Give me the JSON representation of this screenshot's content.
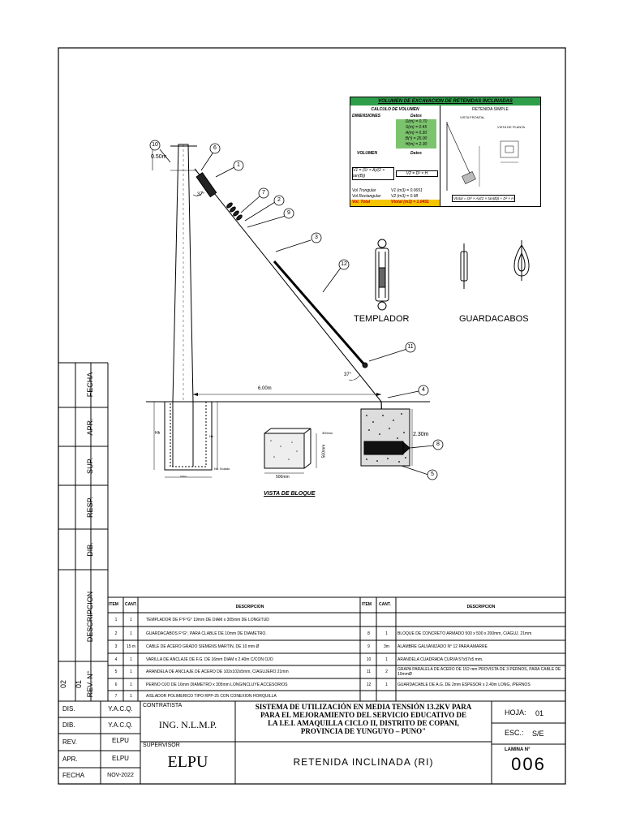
{
  "volume_table": {
    "title": "VOLUMEN DE EXCAVACION DE RETENIDAS INCLINADAS",
    "calc_label": "CALCULO DE VOLUMEN",
    "dims_header": "DIMENSIONES",
    "data_header": "Datos",
    "dims": [
      "D(m) = 0.70",
      "S(m) = 0.45",
      "A(m) = 0.30",
      "B(º) = 25.00",
      "H(m) = 2.30"
    ],
    "volume_header": "VOLUMEN",
    "volume_data_header": "Datos",
    "rows": [
      {
        "label": "Vol Trongular",
        "value": "V1 (m3) = 0.0651"
      },
      {
        "label": "Vol Rectangular",
        "value": "V2 (m3) = 0.98"
      },
      {
        "label": "Vol. Total",
        "value": "Vtotal (m3) = 1.0451"
      }
    ],
    "retenida_label": "RETENIDA SIMPLE",
    "vista_frontal": "VISTA FRONTAL",
    "vista_planta": "VISTA DE PLANTA",
    "formula_v1": "V1 = (S² × A)/(2 × tan(B))",
    "formula_v2": "V2 = D² × H",
    "formula_total": "Vtotal = (S² × A)/(2 × tan(B)) + D² × H",
    "accent_green": "#2e9e4a",
    "accent_yellow": "#f5c400"
  },
  "drawing": {
    "dim_050": "0.50m",
    "angle_top": "37°",
    "angle_bottom": "37°",
    "dim_600": "6.00m",
    "dim_230": "2.30m",
    "dim_300mm": "300mm",
    "dim_500mm_v": "500mm",
    "dim_500mm_h": "500mm",
    "hh": "Hh",
    "he": "He",
    "ns": "Nv. Solado",
    "base_dim": "0.80m",
    "vista_bloque": "VISTA DE BLOQUE",
    "templador": "TEMPLADOR",
    "guardacabos": "GUARDACABOS",
    "callouts": [
      "1",
      "2",
      "3",
      "4",
      "5",
      "6",
      "7",
      "8",
      "9",
      "10",
      "11",
      "12"
    ]
  },
  "materials": {
    "headers": {
      "item": "ITEM",
      "cant": "CANT.",
      "desc": "DESCRIPCION"
    },
    "left": [
      {
        "item": "1",
        "cant": "1",
        "desc": "TEMPLADOR DE F°F°G° 19mm DE DIAM x 305mm DE LONGITUD"
      },
      {
        "item": "2",
        "cant": "1",
        "desc": "GUARDACABOS F°G°, PARA CLABLE DE 10mm DE DIAMETRO."
      },
      {
        "item": "3",
        "cant": "15 m",
        "desc": "CABLE DE ACERO GRADO SIEMENS MARTIN, DE 10 mm Ø"
      },
      {
        "item": "4",
        "cant": "1",
        "desc": "VARILLA DE ANCLAJE DE F.G. DE 16mm DIAM x 2.40m C/CON OJO"
      },
      {
        "item": "5",
        "cant": "1",
        "desc": "ARANDELA DE ANCLAJE DE ACERO DE 102x102x5mm, C/AGUJERO 21mm"
      },
      {
        "item": "6",
        "cant": "1",
        "desc": "PERNO OJO DE 16mm DIAMETRO x 305mm LONGINCLUYE ACCESORIOS"
      },
      {
        "item": "7",
        "cant": "1",
        "desc": "AISLADOR POLIMERICO TIPO RPP-25 CON CONEXION HORQUILLA"
      }
    ],
    "right": [
      {
        "item": "8",
        "cant": "1",
        "desc": "BLOQUE DE CONCRETO ARMADO  500 x 500 x 200mm, C/AGUJ. 21mm"
      },
      {
        "item": "9",
        "cant": "3m",
        "desc": "ALAMBRE GALVANIZADO N° 12  PARA AMARRE"
      },
      {
        "item": "10",
        "cant": "1",
        "desc": "ARANDELA CUADRADA CURVA 57x57x5 mm."
      },
      {
        "item": "11",
        "cant": "2",
        "desc": "GRAPA PARALELA DE ACERO DE 152 mm PROVISTA DE 3 PERNOS, PARA CABLE DE 10mmØ"
      },
      {
        "item": "12",
        "cant": "1",
        "desc": "GUARDACABLE DE A.G. DE 2mm ESPESOR x 2.40m LONG, /PERNOS"
      }
    ]
  },
  "revision_column": {
    "labels": [
      "FECHA",
      "APR.",
      "SUP.",
      "RESP.",
      "DIB.",
      "DESCRIPCION",
      "REV. N°"
    ],
    "rev_numbers": [
      "01",
      "02"
    ]
  },
  "title_block": {
    "dis_label": "DIS.",
    "dis_value": "Y.A.C.Q.",
    "dib_label": "DIB.",
    "dib_value": "Y.A.C.Q.",
    "rev_label": "REV.",
    "rev_value": "ELPU",
    "apr_label": "APR.",
    "apr_value": "ELPU",
    "fecha_label": "FECHA",
    "fecha_value": "NOV-2022",
    "contratista_label": "CONTRATISTA",
    "contratista_value": "ING. N.L.M.P.",
    "supervisor_label": "SUPERVISOR",
    "supervisor_value": "ELPU",
    "project_lines": [
      "SISTEMA DE UTILIZACIÓN EN MEDIA TENSIÓN 13.2KV PARA",
      "PARA EL MEJORAMIENTO DEL SERVICIO EDUCATIVO DE",
      "LA I.E.I. AMAQUILLA CICLO II, DISTRITO DE COPANI,",
      "PROVINCIA DE YUNGUYO – PUNO\""
    ],
    "drawing_title": "RETENIDA INCLINADA (RI)",
    "hoja_label": "HOJA:",
    "hoja_value": "01",
    "esc_label": "ESC.:",
    "esc_value": "S/E",
    "lamina_label": "LAMINA N°",
    "lamina_value": "006"
  }
}
